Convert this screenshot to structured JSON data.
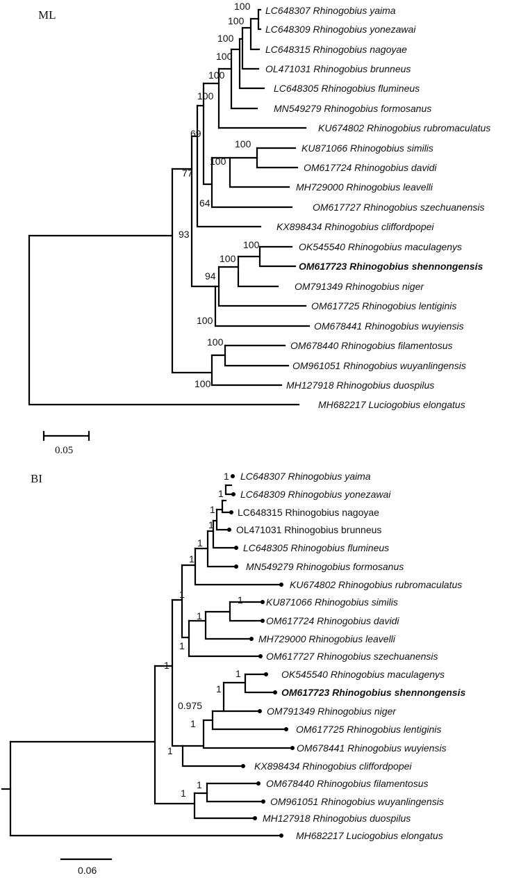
{
  "panels": {
    "ml": {
      "label": "ML",
      "scale_label": "0.05",
      "taxa": [
        {
          "id": "LC648307",
          "species": "Rhinogobius yaima"
        },
        {
          "id": "LC648309",
          "species": "Rhinogobius yonezawai"
        },
        {
          "id": "LC648315",
          "species": "Rhinogobius nagoyae"
        },
        {
          "id": "OL471031",
          "species": "Rhinogobius brunneus"
        },
        {
          "id": "LC648305",
          "species": "Rhinogobius flumineus"
        },
        {
          "id": "MN549279",
          "species": "Rhinogobius formosanus"
        },
        {
          "id": "KU674802",
          "species": "Rhinogobius rubromaculatus"
        },
        {
          "id": "KU871066",
          "species": "Rhinogobius similis"
        },
        {
          "id": "OM617724",
          "species": "Rhinogobius davidi"
        },
        {
          "id": "MH729000",
          "species": "Rhinogobius leavelli"
        },
        {
          "id": "OM617727",
          "species": "Rhinogobius szechuanensis"
        },
        {
          "id": "KX898434",
          "species": "Rhinogobius cliffordpopei"
        },
        {
          "id": "OK545540",
          "species": "Rhinogobius maculagenys"
        },
        {
          "id": "OM617723",
          "species": "Rhinogobius shennongensis",
          "highlight": true
        },
        {
          "id": "OM791349",
          "species": "Rhinogobius niger"
        },
        {
          "id": "OM617725",
          "species": "Rhinogobius lentiginis"
        },
        {
          "id": "OM678441",
          "species": "Rhinogobius wuyiensis"
        },
        {
          "id": "OM678440",
          "species": "Rhinogobius filamentosus"
        },
        {
          "id": "OM961051",
          "species": "Rhinogobius wuyanlingensis"
        },
        {
          "id": "MH127918",
          "species": "Rhinogobius duospilus"
        },
        {
          "id": "MH682217",
          "species": "Luciogobius elongatus"
        }
      ],
      "support": [
        "100",
        "100",
        "100",
        "100",
        "100",
        "100",
        "69",
        "100",
        "100",
        "64",
        "77",
        "93",
        "100",
        "100",
        "94",
        "100",
        "100",
        "100"
      ]
    },
    "bi": {
      "label": "BI",
      "scale_label": "0.06",
      "taxa": [
        {
          "id": "LC648307",
          "species": "Rhinogobius yaima"
        },
        {
          "id": "LC648309",
          "species": "Rhinogobius yonezawai"
        },
        {
          "id": "LC648315",
          "species": "Rhinogobius nagoyae",
          "upright": true
        },
        {
          "id": "OL471031",
          "species": "Rhinogobius brunneus",
          "upright": true
        },
        {
          "id": "LC648305",
          "species": "Rhinogobius flumineus"
        },
        {
          "id": "MN549279",
          "species": "Rhinogobius formosanus"
        },
        {
          "id": "KU674802",
          "species": "Rhinogobius rubromaculatus"
        },
        {
          "id": "KU871066",
          "species": "Rhinogobius similis"
        },
        {
          "id": "OM617724",
          "species": "Rhinogobius davidi"
        },
        {
          "id": "MH729000",
          "species": "Rhinogobius leavelli"
        },
        {
          "id": "OM617727",
          "species": "Rhinogobius szechuanensis"
        },
        {
          "id": "OK545540",
          "species": "Rhinogobius maculagenys"
        },
        {
          "id": "OM617723",
          "species": "Rhinogobius shennongensis",
          "highlight": true
        },
        {
          "id": "OM791349",
          "species": "Rhinogobius niger"
        },
        {
          "id": "OM617725",
          "species": "Rhinogobius lentiginis"
        },
        {
          "id": "OM678441",
          "species": "Rhinogobius wuyiensis"
        },
        {
          "id": "KX898434",
          "species": "Rhinogobius cliffordpopei"
        },
        {
          "id": "OM678440",
          "species": "Rhinogobius filamentosus"
        },
        {
          "id": "OM961051",
          "species": "Rhinogobius wuyanlingensis"
        },
        {
          "id": "MH127918",
          "species": "Rhinogobius duospilus"
        },
        {
          "id": "MH682217",
          "species": "Luciogobius elongatus"
        }
      ],
      "support": [
        "1",
        "1",
        "1",
        "1",
        "1",
        "1",
        "1",
        "1",
        "1",
        "1",
        "0.975",
        "1",
        "1",
        "1",
        "1"
      ]
    }
  }
}
